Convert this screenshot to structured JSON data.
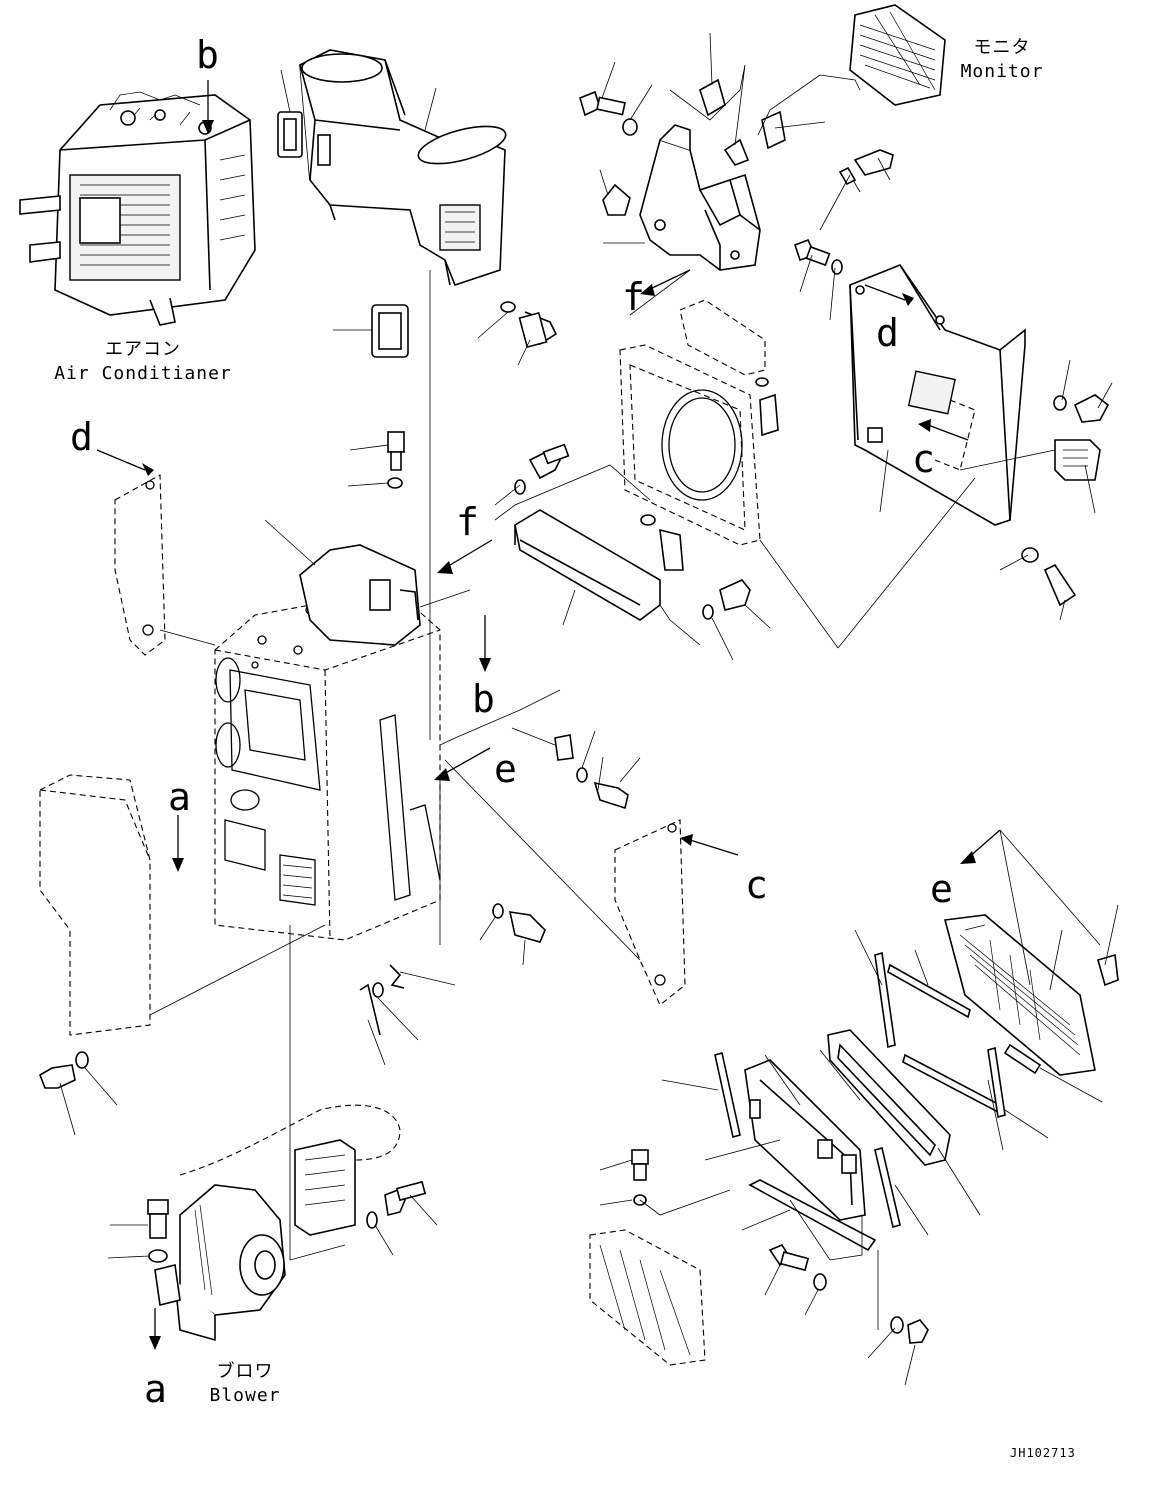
{
  "drawing": {
    "code": "JH102713",
    "view_markers": [
      "a",
      "b",
      "c",
      "d",
      "e",
      "f"
    ]
  },
  "captions": {
    "air_conditioner_jp": "エアコン",
    "air_conditioner_en": "Air Conditianer",
    "monitor_jp": "モニタ",
    "monitor_en": "Monitor",
    "blower_jp": "ブロワ",
    "blower_en": "Blower"
  },
  "markers": {
    "b_top": "b",
    "b_mid": "b",
    "d_left": "d",
    "d_right": "d",
    "f_top": "f",
    "f_mid": "f",
    "c_right": "c",
    "c_mid": "c",
    "a_mid": "a",
    "a_bottom": "a",
    "e_mid": "e",
    "e_right": "e"
  }
}
